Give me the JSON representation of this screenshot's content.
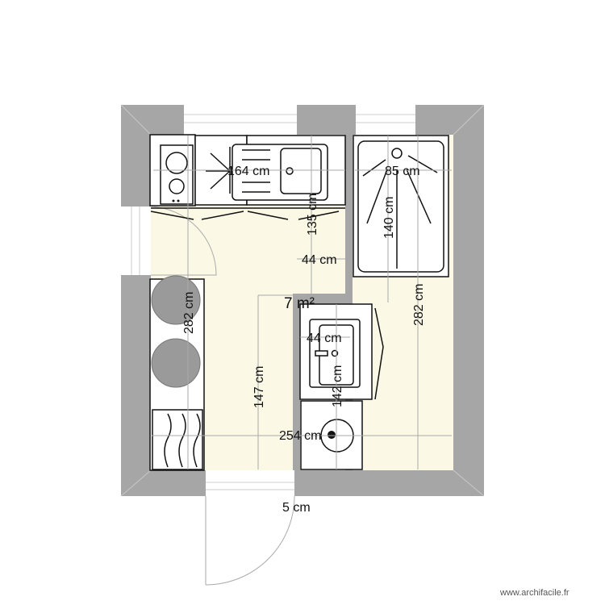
{
  "plan": {
    "area_label": "7 m²",
    "dimensions": {
      "kitchen_width": "164 cm",
      "shower_width": "85 cm",
      "kitchen_depth": "135 cm",
      "shower_length": "140 cm",
      "passage_top": "44 cm",
      "sink_width": "44 cm",
      "left_height": "282 cm",
      "right_height": "282 cm",
      "partition_height": "147 cm",
      "sink_height": "142 cm",
      "total_width": "254 cm",
      "door_gap": "5 cm"
    },
    "colors": {
      "wall": "#a6a6a6",
      "floor": "#fbf8e6"
    }
  },
  "watermark": "www.archifacile.fr"
}
